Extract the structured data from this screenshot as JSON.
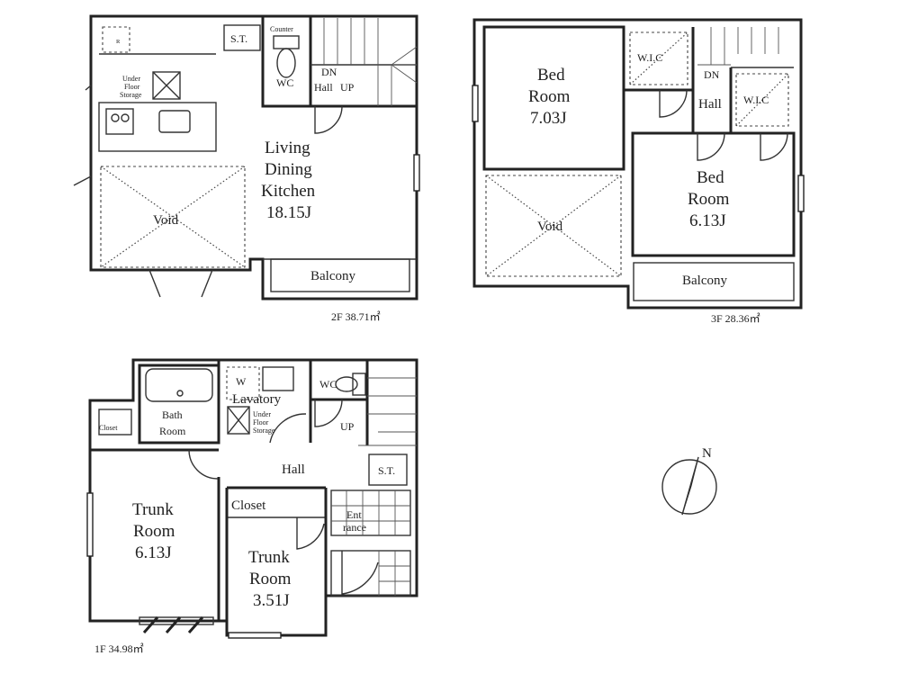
{
  "floors": {
    "f2": {
      "area_label": "2F 38.71㎡",
      "rooms": {
        "ldk": [
          "Living",
          "Dining",
          "Kitchen",
          "18.15J"
        ],
        "void": "Void",
        "balcony": "Balcony",
        "wc": "WC",
        "hall": "Hall",
        "dn": "DN",
        "up": "UP",
        "st": "S.T.",
        "counter": "Counter",
        "refrigerator": "R",
        "under_floor": [
          "Under",
          "Floor",
          "Storage"
        ]
      }
    },
    "f3": {
      "area_label": "3F 28.36㎡",
      "rooms": {
        "bed1": [
          "Bed",
          "Room",
          "7.03J"
        ],
        "bed2": [
          "Bed",
          "Room",
          "6.13J"
        ],
        "void": "Void",
        "balcony": "Balcony",
        "wic1": "W.I.C",
        "wic2": "W.I.C",
        "hall": "Hall",
        "dn": "DN"
      }
    },
    "f1": {
      "area_label": "1F 34.98㎡",
      "rooms": {
        "bath": [
          "Bath",
          "Room"
        ],
        "lavatory": "Lavatory",
        "w": "W",
        "under_floor": [
          "Under",
          "Floor",
          "Storage"
        ],
        "wc": "WC",
        "up": "UP",
        "hall": "Hall",
        "st": "S.T.",
        "closet_small": "Closet",
        "trunk1": [
          "Trunk",
          "Room",
          "6.13J"
        ],
        "closet": "Closet",
        "trunk2": [
          "Trunk",
          "Room",
          "3.51J"
        ],
        "entrance": [
          "Ent",
          "rance"
        ]
      }
    }
  },
  "compass": {
    "label": "N"
  }
}
